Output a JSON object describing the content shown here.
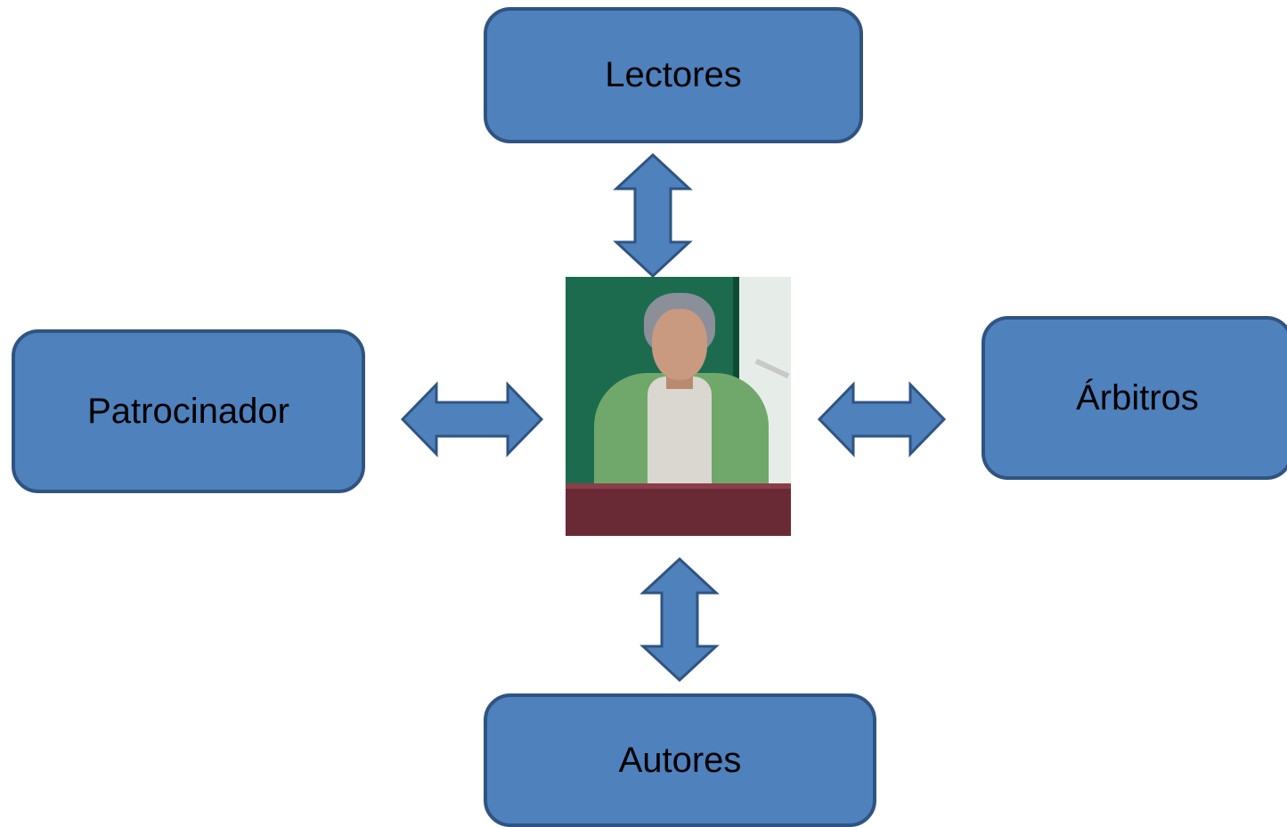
{
  "diagram": {
    "nodes": {
      "lectores": {
        "label": "Lectores"
      },
      "patrocinador": {
        "label": "Patrocinador"
      },
      "arbitros": {
        "label": "Árbitros"
      },
      "autores": {
        "label": "Autores"
      }
    },
    "edges": [
      {
        "from": "center-photo",
        "to": "lectores",
        "style": "double-arrow"
      },
      {
        "from": "center-photo",
        "to": "patrocinador",
        "style": "double-arrow"
      },
      {
        "from": "center-photo",
        "to": "arbitros",
        "style": "double-arrow"
      },
      {
        "from": "center-photo",
        "to": "autores",
        "style": "double-arrow"
      }
    ],
    "colors": {
      "box_fill": "#4f81bd",
      "box_border": "#2f5481",
      "arrow_fill": "#4f81bd",
      "arrow_border": "#2f5481",
      "text": "#000000"
    }
  }
}
